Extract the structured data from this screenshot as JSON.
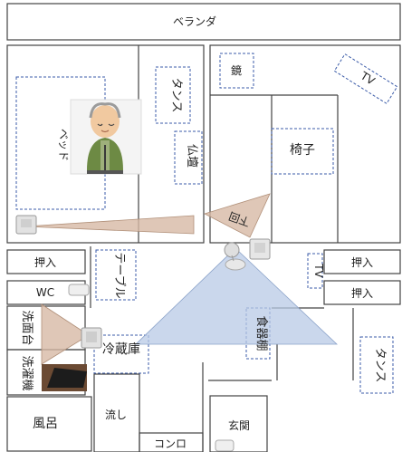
{
  "title": "ベランダ",
  "colors": {
    "wall": "#444444",
    "furniture_border": "#3b5ba8",
    "cone_blue": "#b8c9e6",
    "cone_brown": "#d7b9a5"
  },
  "labels": {
    "bed": "ベッド",
    "tansu_top": "タンス",
    "butsudan": "仏壇",
    "mirror": "鏡",
    "tv_diag": "TV",
    "isu": "椅子",
    "table_round": "下回",
    "oshiire_left": "押入",
    "table": "テーブル",
    "tv_small": "TV",
    "oshiire_right_top": "押入",
    "oshiire_right_bottom": "押入",
    "wc": "WC",
    "senmendai": "洗面台",
    "sentakuki": "洗濯機",
    "reizouko": "冷蔵庫",
    "shokkidana": "食器棚",
    "tansu_right": "タンス",
    "furo": "風呂",
    "nagashi": "流し",
    "konro": "コンロ",
    "genkan": "玄関"
  },
  "icons": {
    "person": "elderly-man-icon",
    "sensor": "camera-sensor-icon",
    "washer": "washing-machine-icon"
  }
}
